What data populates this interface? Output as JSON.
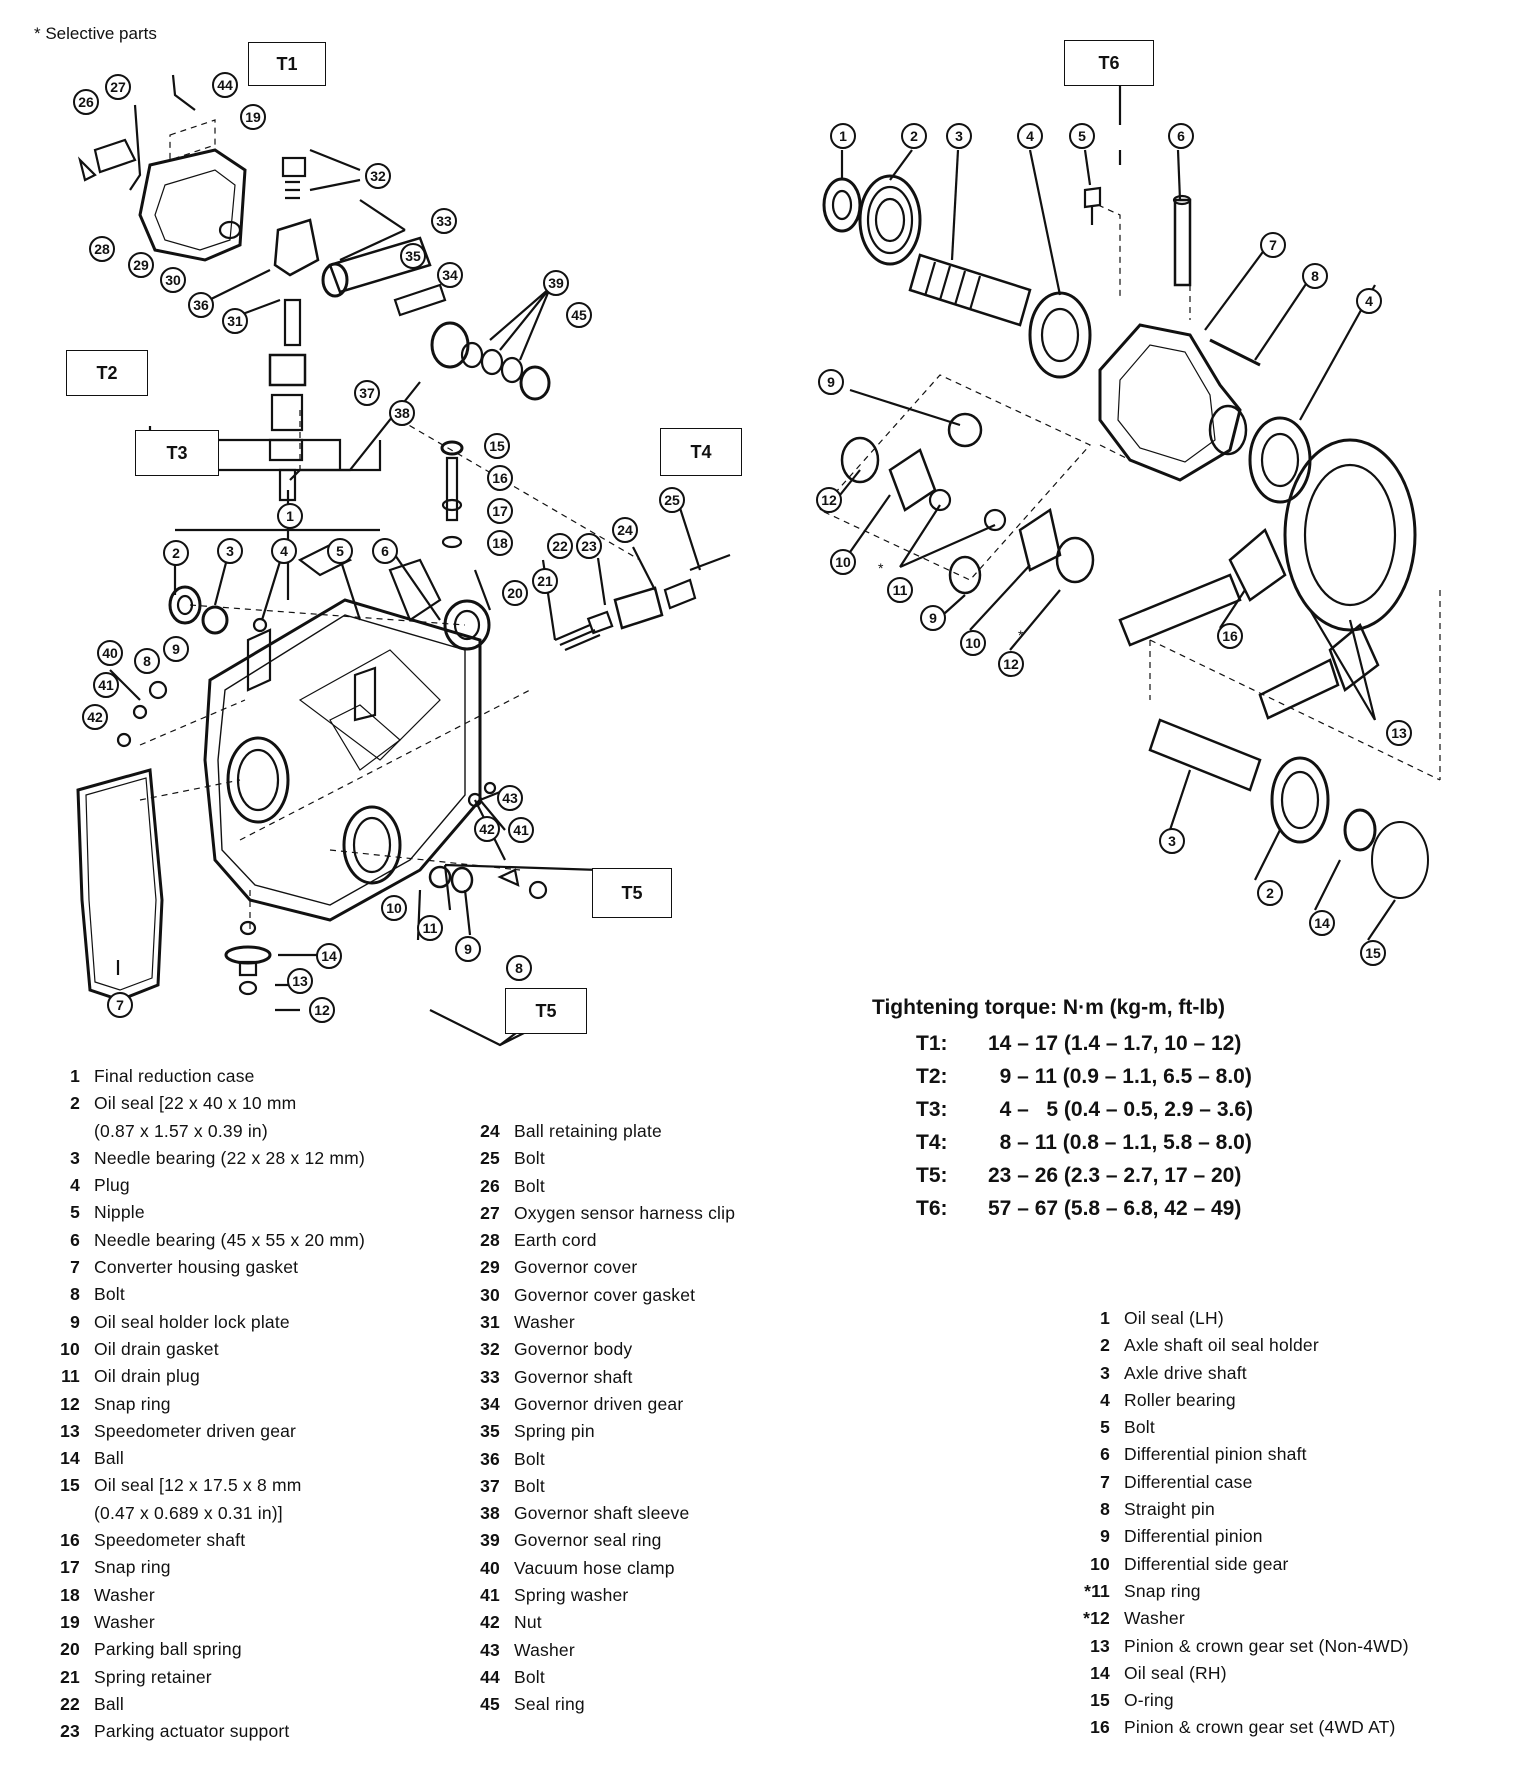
{
  "selective_note": "* Selective parts",
  "torque_boxes": [
    "T1",
    "T2",
    "T3",
    "T4",
    "T5",
    "T5",
    "T6"
  ],
  "tightening": {
    "title": "Tightening  torque:  N·m (kg-m, ft-lb)",
    "rows": [
      {
        "label": "T1:",
        "value": "14 – 17 (1.4 – 1.7, 10 – 12)"
      },
      {
        "label": "T2:",
        "value": "  9 – 11 (0.9 – 1.1, 6.5 – 8.0)"
      },
      {
        "label": "T3:",
        "value": "  4 –   5 (0.4 – 0.5, 2.9 – 3.6)"
      },
      {
        "label": "T4:",
        "value": "  8 – 11 (0.8 – 1.1, 5.8 – 8.0)"
      },
      {
        "label": "T5:",
        "value": "23 – 26 (2.3 – 2.7, 17 – 20)"
      },
      {
        "label": "T6:",
        "value": "57 – 67 (5.8 – 6.8, 42 – 49)"
      }
    ]
  },
  "legend_left": [
    {
      "n": "1",
      "t": "Final reduction case"
    },
    {
      "n": "2",
      "t": "Oil seal [22 x 40 x 10 mm"
    },
    {
      "n": "",
      "t": "(0.87 x 1.57 x 0.39 in)"
    },
    {
      "n": "3",
      "t": "Needle bearing (22 x 28 x 12 mm)"
    },
    {
      "n": "4",
      "t": "Plug"
    },
    {
      "n": "5",
      "t": "Nipple"
    },
    {
      "n": "6",
      "t": "Needle bearing (45 x 55 x 20 mm)"
    },
    {
      "n": "7",
      "t": "Converter housing gasket"
    },
    {
      "n": "8",
      "t": "Bolt"
    },
    {
      "n": "9",
      "t": "Oil seal holder lock plate"
    },
    {
      "n": "10",
      "t": "Oil drain gasket"
    },
    {
      "n": "11",
      "t": "Oil drain plug"
    },
    {
      "n": "12",
      "t": "Snap ring"
    },
    {
      "n": "13",
      "t": "Speedometer driven gear"
    },
    {
      "n": "14",
      "t": "Ball"
    },
    {
      "n": "15",
      "t": "Oil seal [12 x 17.5 x 8 mm"
    },
    {
      "n": "",
      "t": "(0.47 x 0.689 x 0.31 in)]"
    },
    {
      "n": "16",
      "t": "Speedometer shaft"
    },
    {
      "n": "17",
      "t": "Snap ring"
    },
    {
      "n": "18",
      "t": "Washer"
    },
    {
      "n": "19",
      "t": "Washer"
    },
    {
      "n": "20",
      "t": "Parking ball spring"
    },
    {
      "n": "21",
      "t": "Spring retainer"
    },
    {
      "n": "22",
      "t": "Ball"
    },
    {
      "n": "23",
      "t": "Parking actuator support"
    }
  ],
  "legend_middle": [
    {
      "n": "24",
      "t": "Ball retaining plate"
    },
    {
      "n": "25",
      "t": "Bolt"
    },
    {
      "n": "26",
      "t": "Bolt"
    },
    {
      "n": "27",
      "t": "Oxygen sensor harness clip"
    },
    {
      "n": "28",
      "t": "Earth cord"
    },
    {
      "n": "29",
      "t": "Governor cover"
    },
    {
      "n": "30",
      "t": "Governor cover gasket"
    },
    {
      "n": "31",
      "t": "Washer"
    },
    {
      "n": "32",
      "t": "Governor body"
    },
    {
      "n": "33",
      "t": "Governor shaft"
    },
    {
      "n": "34",
      "t": "Governor driven gear"
    },
    {
      "n": "35",
      "t": "Spring pin"
    },
    {
      "n": "36",
      "t": "Bolt"
    },
    {
      "n": "37",
      "t": "Bolt"
    },
    {
      "n": "38",
      "t": "Governor shaft sleeve"
    },
    {
      "n": "39",
      "t": "Governor seal ring"
    },
    {
      "n": "40",
      "t": "Vacuum hose clamp"
    },
    {
      "n": "41",
      "t": "Spring washer"
    },
    {
      "n": "42",
      "t": "Nut"
    },
    {
      "n": "43",
      "t": "Washer"
    },
    {
      "n": "44",
      "t": "Bolt"
    },
    {
      "n": "45",
      "t": "Seal ring"
    }
  ],
  "legend_right": [
    {
      "n": "1",
      "t": "Oil seal (LH)"
    },
    {
      "n": "2",
      "t": "Axle shaft oil seal holder"
    },
    {
      "n": "3",
      "t": "Axle drive shaft"
    },
    {
      "n": "4",
      "t": "Roller bearing"
    },
    {
      "n": "5",
      "t": "Bolt"
    },
    {
      "n": "6",
      "t": "Differential pinion shaft"
    },
    {
      "n": "7",
      "t": "Differential case"
    },
    {
      "n": "8",
      "t": "Straight pin"
    },
    {
      "n": "9",
      "t": "Differential pinion"
    },
    {
      "n": "10",
      "t": "Differential side gear"
    },
    {
      "n": "*11",
      "t": "Snap ring"
    },
    {
      "n": "*12",
      "t": "Washer"
    },
    {
      "n": "13",
      "t": "Pinion & crown gear set (Non-4WD)"
    },
    {
      "n": "14",
      "t": "Oil seal (RH)"
    },
    {
      "n": "15",
      "t": "O-ring"
    },
    {
      "n": "16",
      "t": "Pinion & crown gear set (4WD AT)"
    }
  ],
  "left_callouts": [
    "26",
    "27",
    "44",
    "19",
    "32",
    "33",
    "35",
    "34",
    "28",
    "29",
    "30",
    "31",
    "36",
    "39",
    "45",
    "37",
    "38",
    "15",
    "16",
    "17",
    "18",
    "1",
    "2",
    "3",
    "4",
    "5",
    "6",
    "22",
    "23",
    "24",
    "25",
    "20",
    "21",
    "40",
    "8",
    "9",
    "41",
    "42",
    "43",
    "42",
    "41",
    "10",
    "11",
    "9",
    "8",
    "14",
    "13",
    "12",
    "7"
  ],
  "right_callouts": [
    "1",
    "2",
    "3",
    "4",
    "5",
    "6",
    "7",
    "8",
    "4",
    "9",
    "12",
    "10",
    "11",
    "9",
    "10",
    "12",
    "16",
    "13",
    "3",
    "2",
    "14",
    "15"
  ],
  "asterisk": "*"
}
